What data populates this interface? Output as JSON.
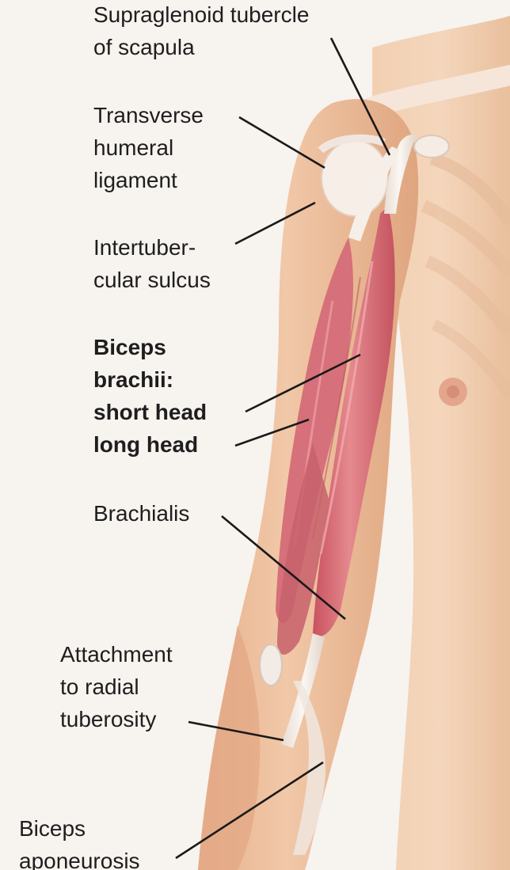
{
  "labels": {
    "supraglenoid": [
      "Supraglenoid tubercle",
      "of scapula"
    ],
    "transverse": [
      "Transverse",
      "humeral",
      "ligament"
    ],
    "intertubercular": [
      "Intertuber-",
      "cular sulcus"
    ],
    "biceps": [
      "Biceps",
      "brachii:",
      "short head",
      "long head"
    ],
    "brachialis": [
      "Brachialis"
    ],
    "attachment": [
      "Attachment",
      "to radial",
      "tuberosity"
    ],
    "aponeurosis": [
      "Biceps",
      "aponeurosis"
    ]
  },
  "colors": {
    "background": "#f7f3ef",
    "skin": "#efc9a8",
    "skin_shadow": "#d9a57f",
    "muscle": "#d9727a",
    "muscle_dark": "#b94b57",
    "tendon": "#f3ece6",
    "leader_line": "#1a1a1a"
  }
}
